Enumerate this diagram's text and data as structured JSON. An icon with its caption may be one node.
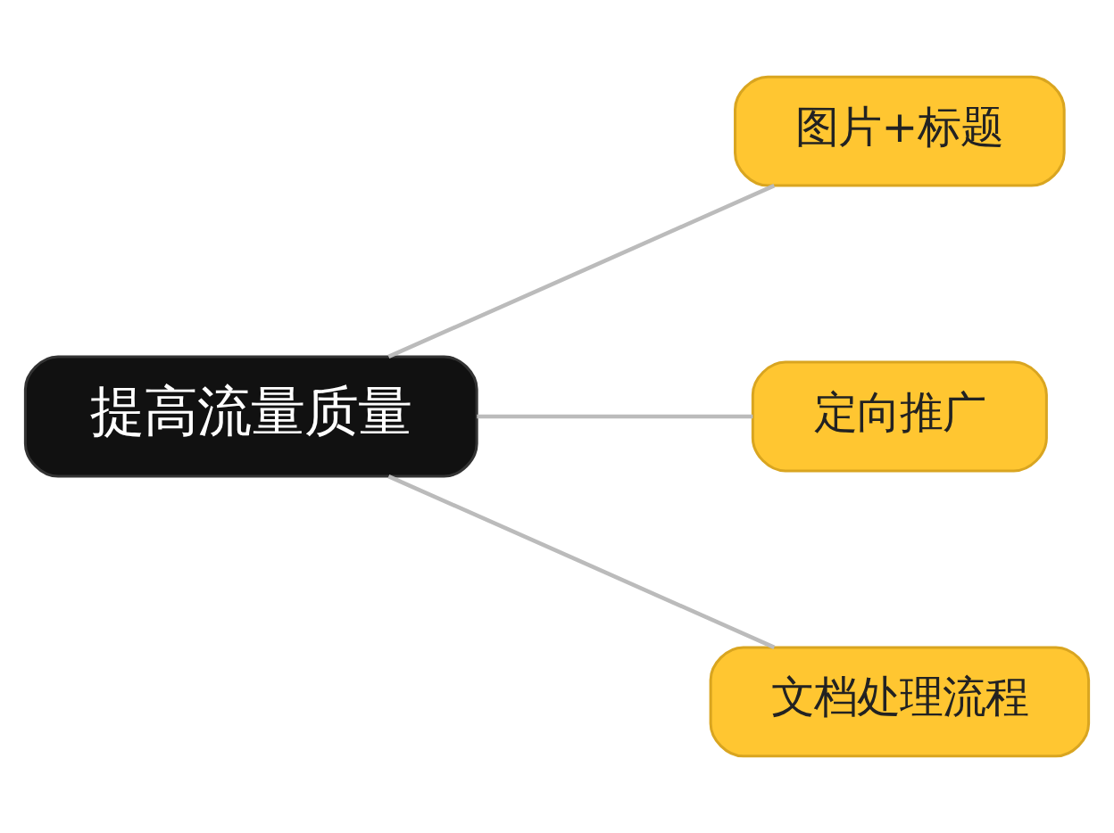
{
  "diagram": {
    "nodes": [
      {
        "text": [
          "提高流量质量"
        ]
      },
      {
        "text": [
          "图片+标题"
        ]
      },
      {
        "text": [
          "定向推广"
        ]
      },
      {
        "text": [
          "文档处理流程"
        ]
      }
    ],
    "edges": [
      {
        "from": 0,
        "to": 1,
        "arrow": "none"
      },
      {
        "from": 0,
        "to": 2,
        "arrow": "none"
      },
      {
        "from": 0,
        "to": 3,
        "arrow": "none"
      }
    ]
  }
}
